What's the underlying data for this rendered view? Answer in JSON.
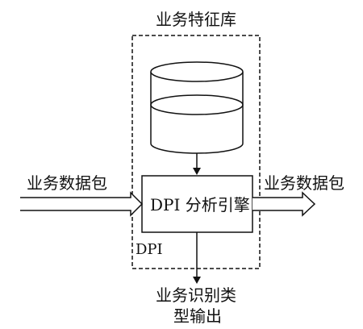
{
  "title": "业务特征库",
  "engine": {
    "name": "DPI 分析引擎",
    "container_label": "DPI"
  },
  "input": {
    "label": "业务数据包"
  },
  "output": {
    "label": "业务数据包"
  },
  "result": {
    "line1": "业务识别类",
    "line2": "型输出"
  },
  "colors": {
    "stroke": "#111111",
    "background": "#ffffff"
  }
}
